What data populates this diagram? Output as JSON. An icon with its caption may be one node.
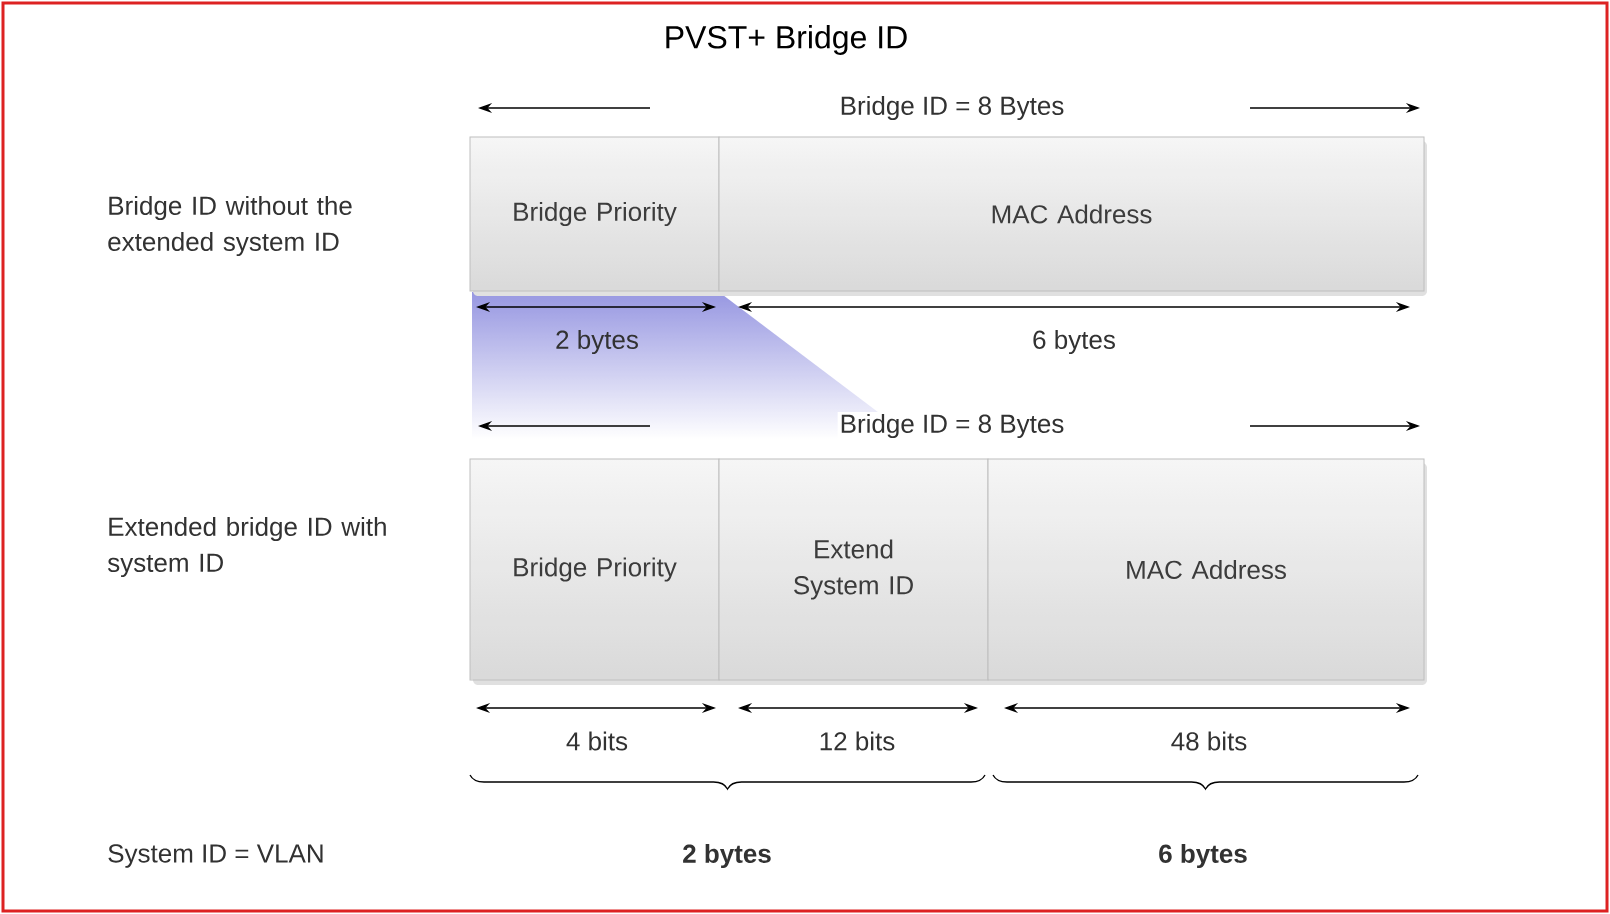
{
  "diagram": {
    "title": "PVST+ Bridge ID",
    "nodes": [
      {
        "text": [
          "Bridge Priority"
        ]
      },
      {
        "text": [
          "MAC Address"
        ]
      },
      {
        "text": [
          "Bridge Priority"
        ]
      },
      {
        "text": [
          "Extend System ID"
        ]
      },
      {
        "text": [
          "MAC Address"
        ]
      }
    ],
    "labels": [
      "Bridge ID = 8 Bytes",
      "Bridge ID without the extended system ID",
      "2 bytes",
      "6 bytes",
      "Bridge ID = 8 Bytes",
      "Extended bridge ID with system ID",
      "4 bits",
      "12 bits",
      "48 bits",
      "System ID = VLAN",
      "2 bytes",
      "6 bytes"
    ]
  }
}
